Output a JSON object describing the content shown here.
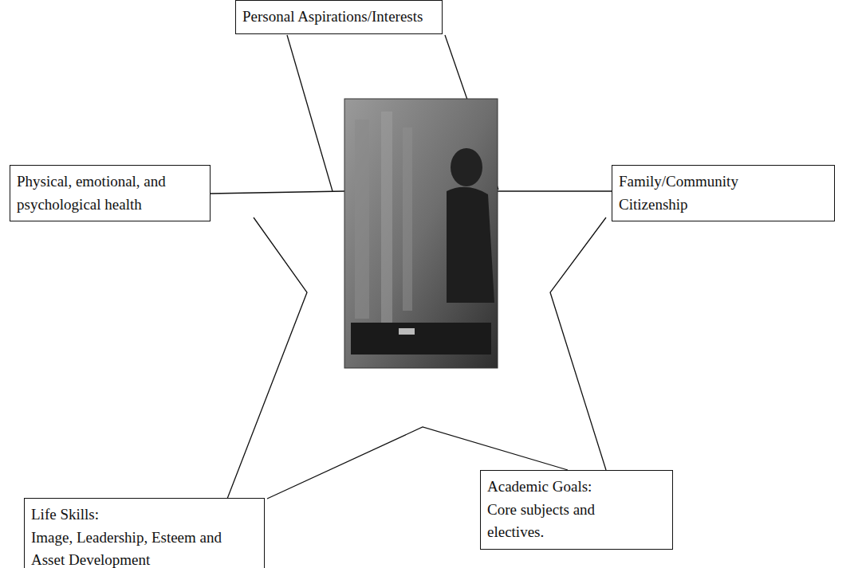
{
  "diagram": {
    "nodes": [
      {
        "text": [
          "Personal Aspirations/Interests"
        ]
      },
      {
        "text": [
          "Physical, emotional, and psychological health"
        ]
      },
      {
        "text": [
          "Family/Community Citizenship"
        ]
      },
      {
        "text": [
          "Life Skills:",
          "Image, Leadership, Esteem and Asset Development"
        ]
      },
      {
        "text": [
          "Academic Goals:",
          "Core subjects and electives."
        ]
      }
    ]
  }
}
